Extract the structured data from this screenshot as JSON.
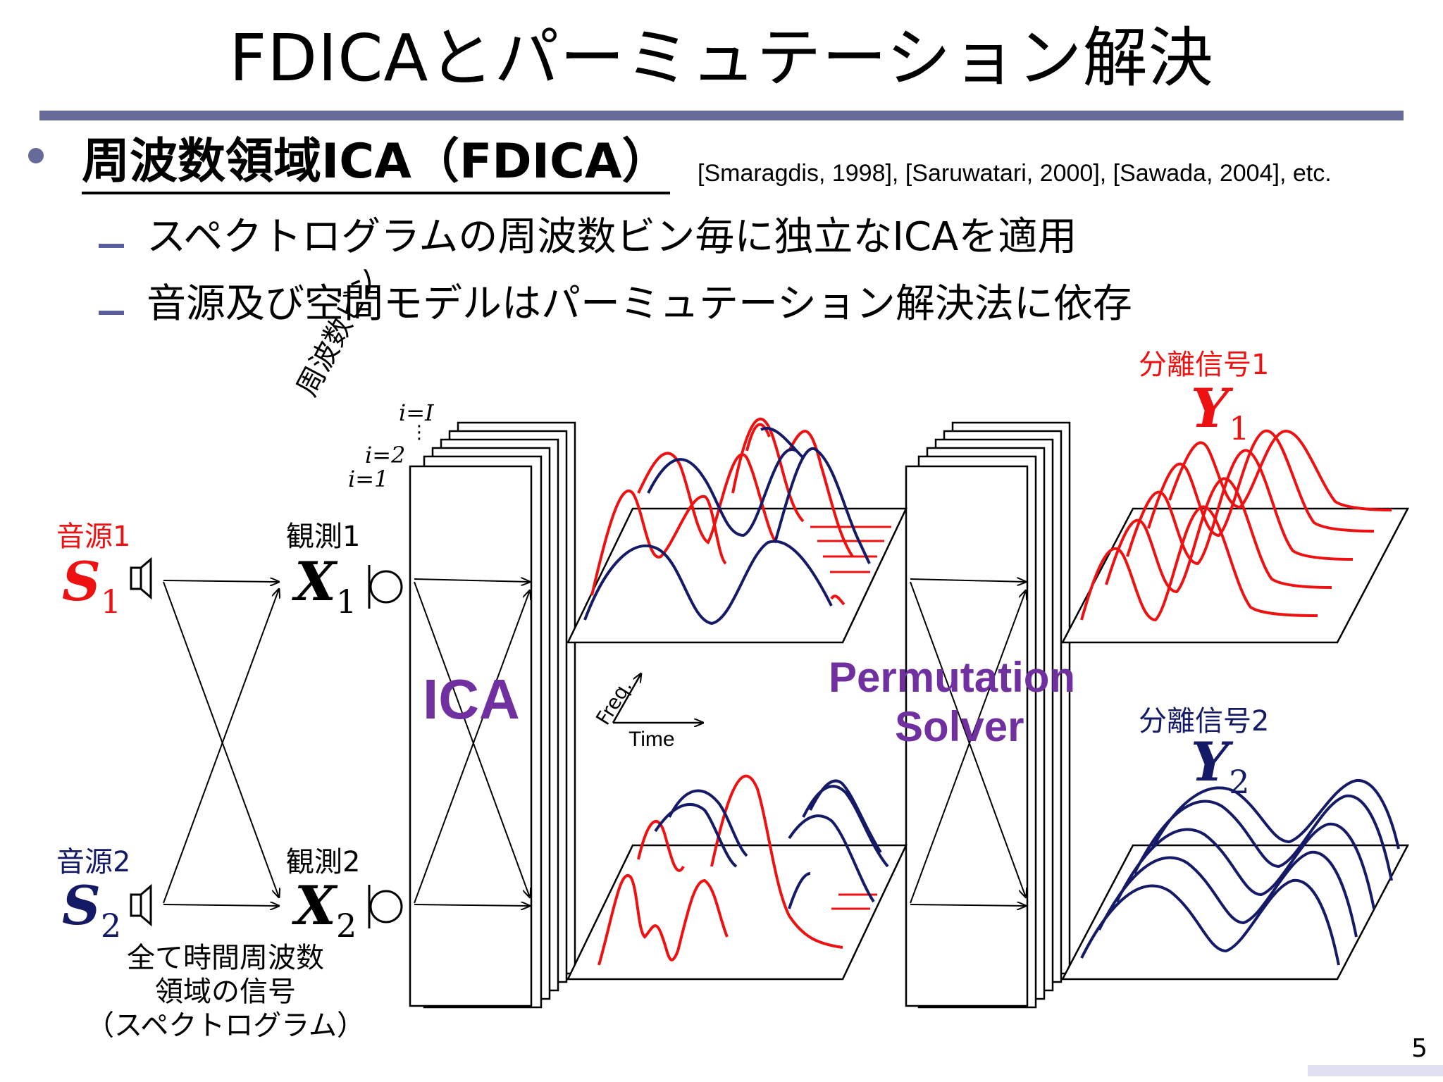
{
  "slide": {
    "title": "FDICAとパーミュテーション解決",
    "heading": "周波数領域ICA（FDICA）",
    "refs": "[Smaragdis, 1998], [Saruwatari, 2000], [Sawada, 2004], etc.",
    "subs": [
      "スペクトログラムの周波数ビン毎に独立なICAを適用",
      "音源及び空間モデルはパーミュテーション解決法に依存"
    ],
    "page_number": "5"
  },
  "diagram": {
    "source1_label": "音源1",
    "source2_label": "音源2",
    "obs1_label": "観測1",
    "obs2_label": "観測2",
    "S1": "S",
    "S1_sub": "1",
    "S2": "S",
    "S2_sub": "2",
    "X1": "X",
    "X1_sub": "1",
    "X2": "X",
    "X2_sub": "2",
    "Y1": "Y",
    "Y1_sub": "1",
    "Y2": "Y",
    "Y2_sub": "2",
    "freq_bin_label": "周波数ビン",
    "i_I": "i=I",
    "i_dots": "⋮",
    "i_2": "i=2",
    "i_1": "i=1",
    "ica_label": "ICA",
    "perm_line1": "Permutation",
    "perm_line2": "Solver",
    "freq_axis": "Freq.",
    "time_axis": "Time",
    "sep1_label": "分離信号1",
    "sep2_label": "分離信号2",
    "caption": [
      "全て時間周波数",
      "領域の信号",
      "（スペクトログラム）"
    ],
    "colors": {
      "red": "#ee1111",
      "navy": "#141a66",
      "purple": "#7030a0",
      "rule": "#666a99"
    }
  }
}
